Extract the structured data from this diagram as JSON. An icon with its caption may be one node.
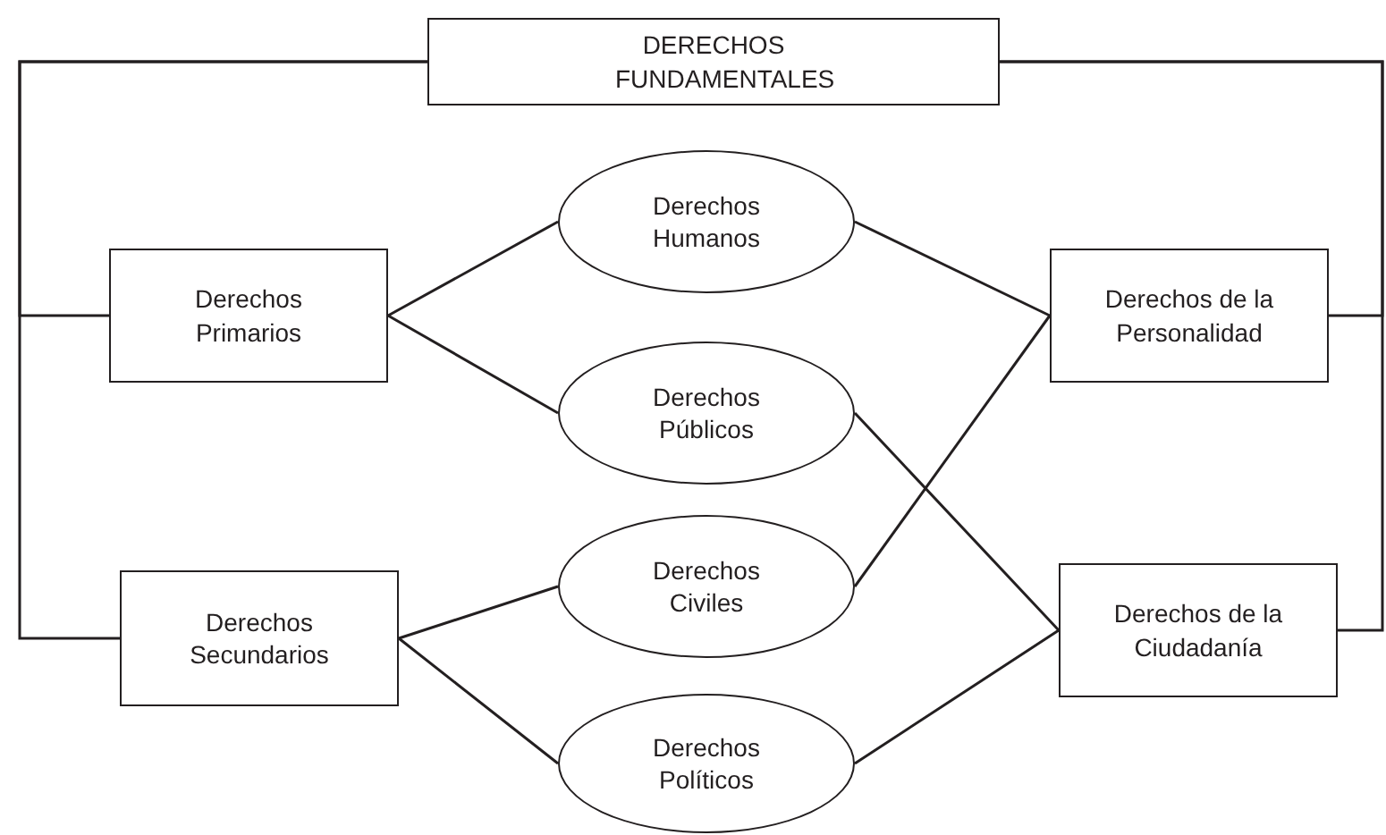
{
  "diagram": {
    "nodes": [
      {
        "text": [
          "DERECHOS FUNDAMENTALES"
        ]
      },
      {
        "text": [
          "Derechos Primarios"
        ]
      },
      {
        "text": [
          "Derechos Secundarios"
        ]
      },
      {
        "text": [
          "Derechos Humanos"
        ]
      },
      {
        "text": [
          "Derechos Públicos"
        ]
      },
      {
        "text": [
          "Derechos Civiles"
        ]
      },
      {
        "text": [
          "Derechos Políticos"
        ]
      },
      {
        "text": [
          "Derechos de la Personalidad"
        ]
      },
      {
        "text": [
          "Derechos de la Ciudadanía"
        ]
      }
    ],
    "edges": [
      {
        "from": 0,
        "to": 1,
        "arrow": "none"
      },
      {
        "from": 0,
        "to": 2,
        "arrow": "none"
      },
      {
        "from": 0,
        "to": 7,
        "arrow": "none"
      },
      {
        "from": 0,
        "to": 8,
        "arrow": "none"
      },
      {
        "from": 1,
        "to": 3,
        "arrow": "none"
      },
      {
        "from": 1,
        "to": 4,
        "arrow": "none"
      },
      {
        "from": 2,
        "to": 5,
        "arrow": "none"
      },
      {
        "from": 2,
        "to": 6,
        "arrow": "none"
      },
      {
        "from": 3,
        "to": 7,
        "arrow": "none"
      },
      {
        "from": 5,
        "to": 7,
        "arrow": "none"
      },
      {
        "from": 4,
        "to": 8,
        "arrow": "none"
      },
      {
        "from": 6,
        "to": 8,
        "arrow": "none"
      }
    ]
  }
}
